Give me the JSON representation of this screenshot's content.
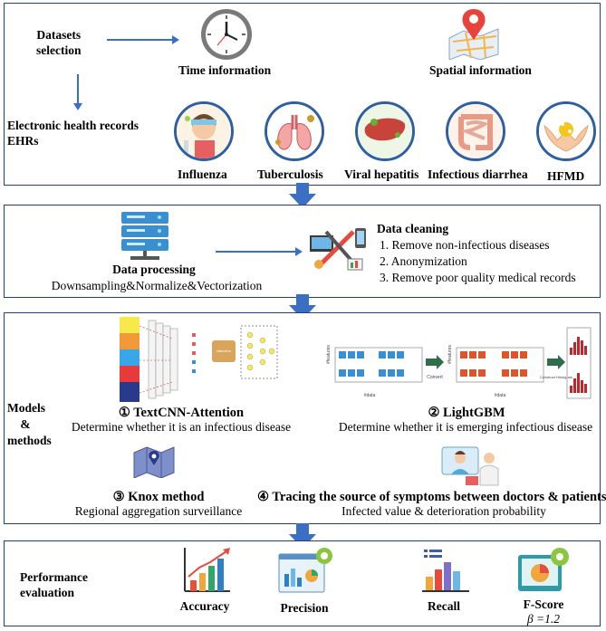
{
  "section1": {
    "datasets_selection": [
      "Datasets",
      "selection"
    ],
    "time_information": "Time information",
    "spatial_information": "Spatial information",
    "ehr_label": [
      "Electronic health records",
      "EHRs"
    ],
    "diseases": [
      "Influenza",
      "Tuberculosis",
      "Viral hepatitis",
      "Infectious diarrhea",
      "HFMD"
    ]
  },
  "section2": {
    "data_processing_title": "Data processing",
    "data_processing_sub": "Downsampling&Normalize&Vectorization",
    "data_cleaning_title": "Data cleaning",
    "cleaning_steps": [
      "1.  Remove non-infectious diseases",
      "2.  Anonymization",
      "3.  Remove poor quality medical records"
    ]
  },
  "section3": {
    "label": [
      "Models",
      "&",
      "methods"
    ],
    "m1_title": "① TextCNN-Attention",
    "m1_sub": "Determine whether it is an infectious disease",
    "m2_title": "② LightGBM",
    "m2_sub": "Determine whether it is emerging infectious disease",
    "m3_title": "③ Knox method",
    "m3_sub": "Regional aggregation surveillance",
    "m4_title": "④ Tracing the source of symptoms between doctors & patients",
    "m4_sub": "Infected value & deterioration probability",
    "lgbm_labels": {
      "features": "#features",
      "data": "#data",
      "convert": "Convert",
      "construct": "Construct Histogram"
    }
  },
  "section4": {
    "label": [
      "Performance",
      "evaluation"
    ],
    "metrics": [
      "Accuracy",
      "Precision",
      "Recall",
      "F-Score"
    ],
    "beta": "β =1.2"
  },
  "colors": {
    "border": "#1f3f7a",
    "arrow": "#3b6fc4",
    "circle": "#2e5fa3"
  }
}
